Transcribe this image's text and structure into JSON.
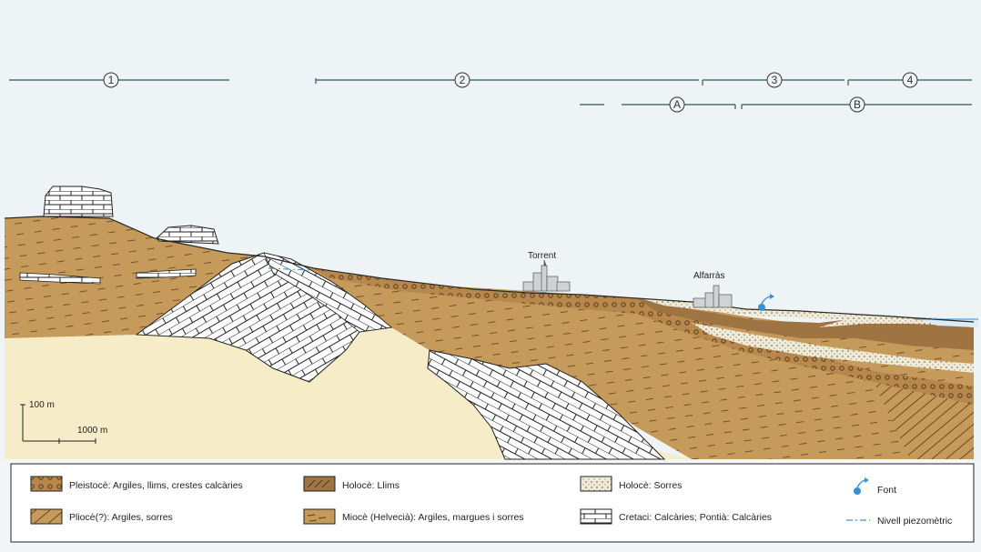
{
  "zones_top": [
    "1",
    "2",
    "3",
    "4"
  ],
  "zones_sub": [
    "A",
    "B"
  ],
  "places": {
    "torrent": "Torrent",
    "alfarras": "Alfarràs"
  },
  "scale": {
    "vertical": "100 m",
    "horizontal": "1000 m"
  },
  "legend": {
    "pleistocene": "Pleistocè: Argiles, llims, crestes calcàries",
    "pliocene": "Pliocè(?): Argiles, sorres",
    "holocene_silt": "Holocè: Llims",
    "miocene": "Miocè (Helvecià): Argiles, margues i sorres",
    "holocene_sand": "Holocè: Sorres",
    "cretaceous": "Cretaci: Calcàries; Pontià: Calcàries",
    "spring": "Font",
    "water_table": "Nivell piezomètric"
  },
  "colors": {
    "sky": "#eef3f6",
    "clay": "#c59a5a",
    "silt": "#9e7443",
    "sand": "#f1ead4",
    "basement": "#f7ecc8",
    "limestone": "#ffffff",
    "water": "#3a8fd9"
  }
}
